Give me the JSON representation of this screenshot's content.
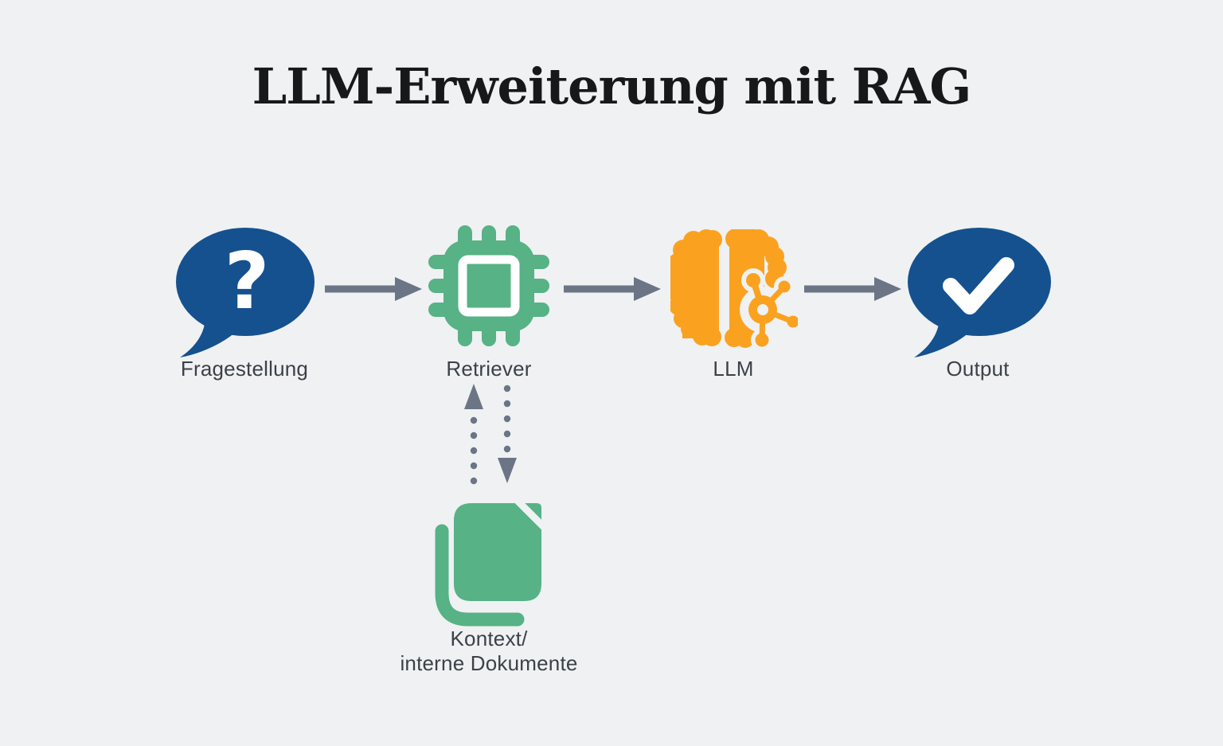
{
  "title": "LLM-Erweiterung mit RAG",
  "colors": {
    "background": "#eff1f3",
    "speech_bubble_blue": "#15518f",
    "icon_green": "#57b286",
    "brain_orange": "#faa21f",
    "arrow_gray": "#6b7585",
    "label_text": "#3c4148",
    "title_text": "#17181a",
    "icon_cutout_white": "#ffffff"
  },
  "glyphs": {
    "question_mark": "?"
  },
  "nodes": [
    {
      "id": "fragestellung",
      "label": "Fragestellung",
      "icon": "question-speech-bubble-icon",
      "color": "#15518f"
    },
    {
      "id": "retriever",
      "label": "Retriever",
      "icon": "chip-icon",
      "color": "#57b286"
    },
    {
      "id": "llm",
      "label": "LLM",
      "icon": "brain-sprocket-icon",
      "color": "#faa21f"
    },
    {
      "id": "output",
      "label": "Output",
      "icon": "check-speech-bubble-icon",
      "color": "#15518f"
    }
  ],
  "context_node": {
    "id": "kontext",
    "label_line1": "Kontext/",
    "label_line2": "interne Dokumente",
    "icon": "documents-icon",
    "color": "#57b286"
  },
  "connections": [
    {
      "from": "Fragestellung",
      "to": "Retriever",
      "style": "solid-arrow"
    },
    {
      "from": "Retriever",
      "to": "LLM",
      "style": "solid-arrow"
    },
    {
      "from": "LLM",
      "to": "Output",
      "style": "solid-arrow"
    },
    {
      "from": "Kontext/interne Dokumente",
      "to": "Retriever",
      "style": "dotted-double-arrow"
    }
  ]
}
